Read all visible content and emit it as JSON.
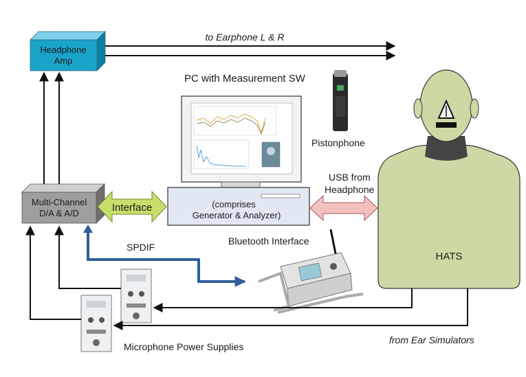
{
  "blocks": {
    "headphone_amp": {
      "line1": "Headphone",
      "line2": "Amp",
      "color": "#1aa3c9"
    },
    "dac": {
      "line1": "Multi-Channel",
      "line2": "D/A & A/D",
      "color": "#9e9e9e"
    },
    "pc_title": "PC with Measurement SW",
    "pc_base": {
      "line1": "(comprises",
      "line2": "Generator & Analyzer)"
    },
    "hats": {
      "label": "HATS",
      "color": "#cdd9a5"
    }
  },
  "labels": {
    "to_earphone": "to Earphone L & R",
    "pistonphone": "Pistonphone",
    "usb_line1": "USB from",
    "usb_line2": "Headphone",
    "interface": "Interface",
    "spdif": "SPDIF",
    "bluetooth": "Bluetooth Interface",
    "mic_power": "Microphone Power Supplies",
    "from_ear": "from Ear Simulators"
  },
  "colors": {
    "interface_arrow": "#c4df6b",
    "usb_arrow": "#f4c0c0",
    "spdif_line": "#2f5e9b"
  }
}
